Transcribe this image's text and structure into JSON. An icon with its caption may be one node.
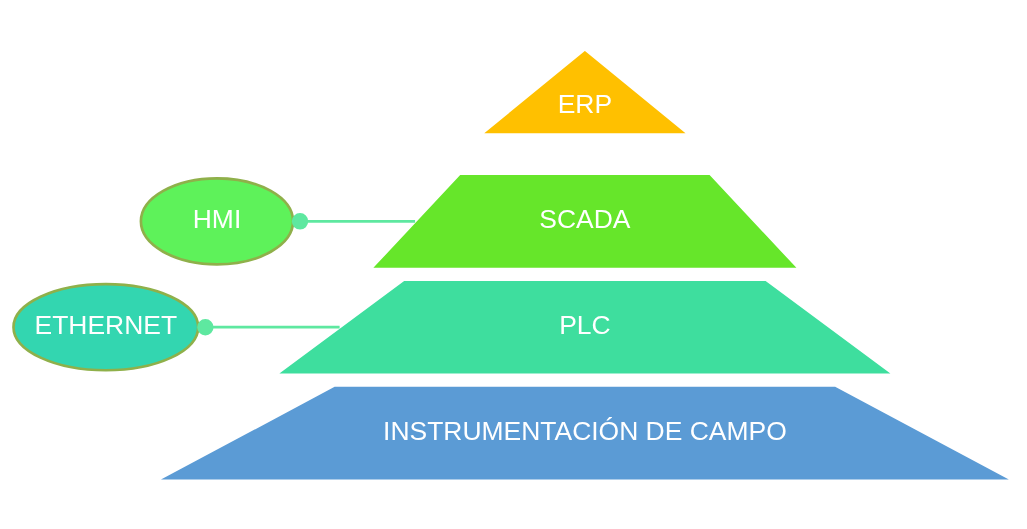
{
  "diagram": {
    "nodes": [
      {
        "text": [
          "HMI"
        ]
      },
      {
        "text": [
          "ETHERNET"
        ]
      },
      {
        "text": [
          "ERP"
        ]
      },
      {
        "text": [
          "SCADA"
        ]
      },
      {
        "text": [
          "PLC"
        ]
      },
      {
        "text": [
          "INSTRUMENTACIÓN DE CAMPO"
        ]
      }
    ],
    "edges": [
      {
        "from": 0,
        "to": 3,
        "arrow": "other"
      },
      {
        "from": 1,
        "to": 4,
        "arrow": "other"
      }
    ]
  }
}
